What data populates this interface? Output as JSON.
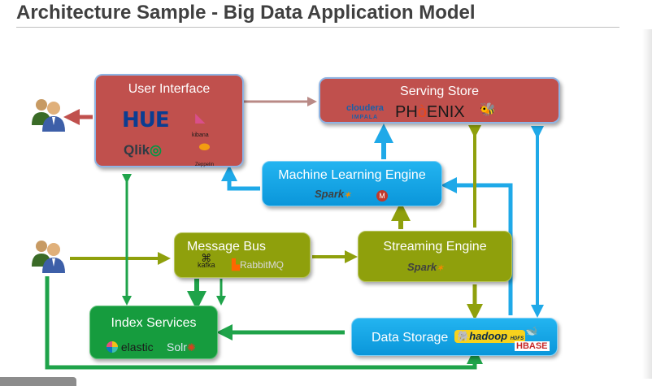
{
  "slide": {
    "title": "Architecture Sample - Big Data Application Model"
  },
  "nodes": {
    "user_interface": {
      "label": "User Interface",
      "logos": {
        "hue": "HUE",
        "kibana": "kibana",
        "qlik": "Qlik",
        "zeppelin": "Zeppelin"
      }
    },
    "serving_store": {
      "label": "Serving Store",
      "logos": {
        "cloudera": "cloudera",
        "impala": "IMPALA",
        "phoenix_pre": "PH",
        "phoenix_post": "ENIX",
        "hive": "HIVE"
      }
    },
    "ml_engine": {
      "label": "Machine Learning Engine",
      "logos": {
        "spark": "Spark",
        "mahout": "M"
      }
    },
    "message_bus": {
      "label": "Message Bus",
      "logos": {
        "kafka": "kafka",
        "rabbitmq_pre": "RabbitMQ"
      }
    },
    "streaming_engine": {
      "label": "Streaming Engine",
      "logos": {
        "spark": "Spark"
      }
    },
    "index_services": {
      "label": "Index Services",
      "logos": {
        "elastic": "elastic",
        "solr": "Solr"
      }
    },
    "data_storage": {
      "label": "Data Storage",
      "logos": {
        "hadoop": "hadoop",
        "hdfs": "HDFS",
        "hbase": "HBASE"
      }
    }
  },
  "colors": {
    "red_box": "#c0504d",
    "blue_box": "#0fa4e4",
    "olive_box": "#8fa00c",
    "green_box": "#169c3e",
    "arrow_blue": "#1fa9e8",
    "arrow_green": "#1fa34a",
    "arrow_olive": "#8fa00c",
    "arrow_red": "#c0504d"
  },
  "icons": {
    "user_icon": "person-icon",
    "source_icon": "person-icon"
  }
}
